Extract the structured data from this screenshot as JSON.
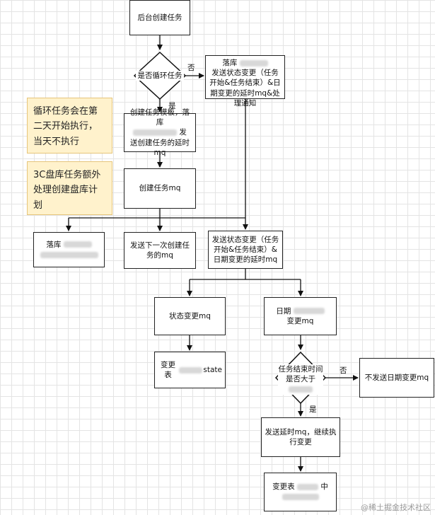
{
  "nodes": {
    "start": "后台创建任务",
    "q_loop": "是否循环任务",
    "land_top_title": "落库",
    "land_top_body": "发送状态变更（任务开始&任务结束）&日期变更的延时mq&处理通知",
    "create_template_a": "创建任务模板，落库",
    "create_template_b": "发",
    "create_template_c": "送创建任务的延时mq",
    "create_task_mq": "创建任务mq",
    "land_left": "落库",
    "send_next": "发送下一次创建任务的mq",
    "send_state_date": "发送状态变更（任务开始&任务结束）&日期变更的延时mq",
    "state_change_mq": "状态变更mq",
    "date_change_a": "日期",
    "date_change_b": "变更mq",
    "change_table_state_a": "变更表",
    "change_table_state_b": "state",
    "q_end_time": "任务结束时间是否大于",
    "no_date_change": "不发送日期变更mq",
    "send_delay": "发送延时mq，继续执行变更",
    "change_table_task": "变更表",
    "change_table_task_b": "中"
  },
  "edge_labels": {
    "no_1": "否",
    "yes_1": "是",
    "no_2": "否",
    "yes_2": "是"
  },
  "notes": {
    "loop_note": "循环任务会在第二天开始执行，当天不执行",
    "c3_note": "3C盘库任务额外处理创建盘库计划"
  },
  "watermark": "@稀土掘金技术社区"
}
